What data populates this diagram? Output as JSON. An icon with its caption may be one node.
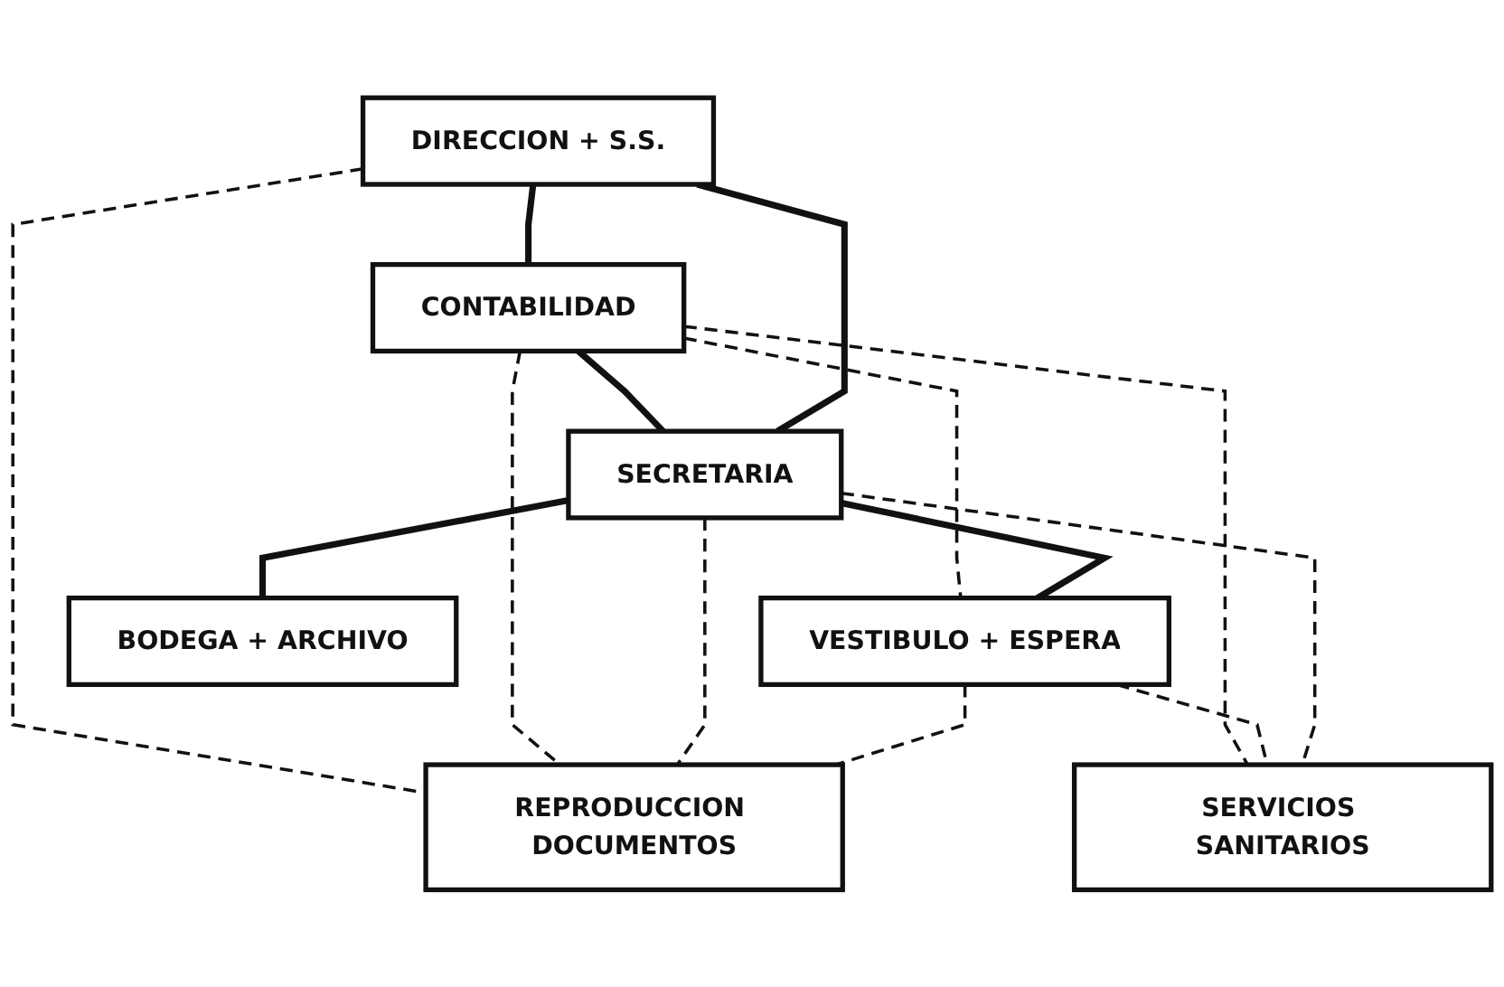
{
  "diagram": {
    "nodes": [
      {
        "text": [
          "DIRECCION + S.S."
        ]
      },
      {
        "text": [
          "CONTABILIDAD"
        ]
      },
      {
        "text": [
          "SECRETARIA"
        ]
      },
      {
        "text": [
          "VESTIBULO + ESPERA"
        ]
      },
      {
        "text": [
          "REPRODUCCION DOCUMENTOS"
        ]
      },
      {
        "text": [
          "BODEGA + ARCHIVO"
        ]
      },
      {
        "text": [
          "SERVICIOS SANITARIOS"
        ]
      }
    ],
    "edges": [
      {
        "from": 0,
        "to": 1,
        "arrow": "none",
        "style": "thick"
      },
      {
        "from": 1,
        "to": 2,
        "arrow": "none",
        "style": "thick"
      },
      {
        "from": 0,
        "to": 2,
        "arrow": "none",
        "style": "thick"
      },
      {
        "from": 0,
        "to": 4,
        "arrow": "none",
        "style": "dashed"
      },
      {
        "from": 1,
        "to": 4,
        "arrow": "none",
        "style": "dashed"
      },
      {
        "from": 2,
        "to": 4,
        "arrow": "none",
        "style": "dashed"
      },
      {
        "from": 1,
        "to": 3,
        "arrow": "none",
        "style": "dashed"
      },
      {
        "from": 1,
        "to": 6,
        "arrow": "none",
        "style": "dashed"
      },
      {
        "from": 2,
        "to": 3,
        "arrow": "none",
        "style": "thick"
      },
      {
        "from": 3,
        "to": 4,
        "arrow": "none",
        "style": "dashed"
      },
      {
        "from": 2,
        "to": 5,
        "arrow": "none",
        "style": "thick"
      },
      {
        "from": 3,
        "to": 6,
        "arrow": "none",
        "style": "dashed"
      },
      {
        "from": 2,
        "to": 6,
        "arrow": "none",
        "style": "dashed"
      }
    ]
  }
}
